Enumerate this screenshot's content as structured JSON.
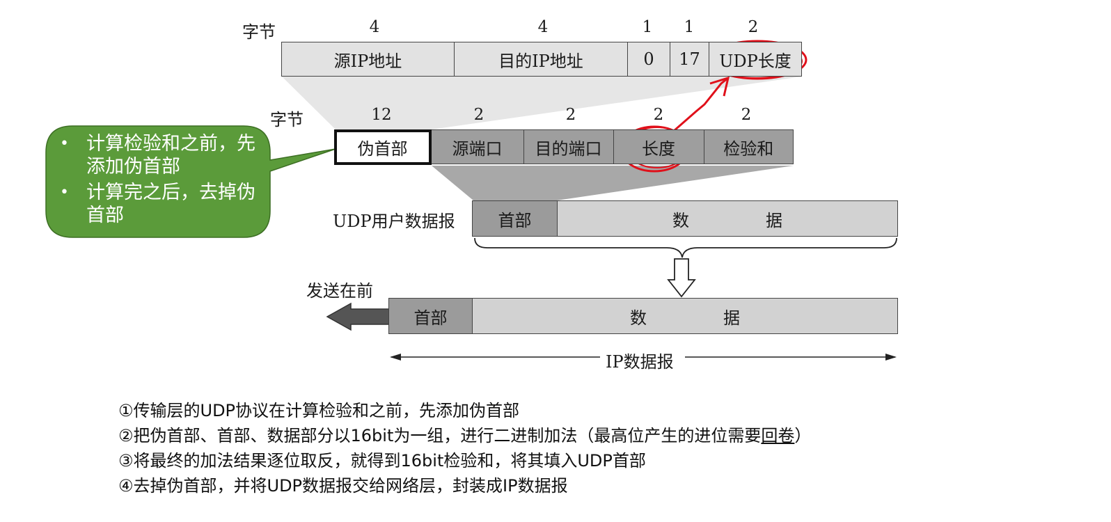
{
  "ip_pseudo_header": {
    "bytes_label": "字节",
    "byte_sizes": [
      "4",
      "4",
      "1",
      "1",
      "2"
    ],
    "fields": [
      "源IP地址",
      "目的IP地址",
      "0",
      "17",
      "UDP长度"
    ]
  },
  "udp_header": {
    "bytes_label": "字节",
    "byte_sizes": [
      "12",
      "2",
      "2",
      "2",
      "2"
    ],
    "fields": [
      "伪首部",
      "源端口",
      "目的端口",
      "长度",
      "检验和"
    ]
  },
  "callout": {
    "items": [
      "计算检验和之前，先添加伪首部",
      "计算完之后，去掉伪首部"
    ]
  },
  "udp_datagram": {
    "label": "UDP用户数据报",
    "header": "首部",
    "data_chars": [
      "数",
      "据"
    ]
  },
  "ip_datagram": {
    "send_first_label": "发送在前",
    "header": "首部",
    "data_chars": [
      "数",
      "据"
    ],
    "span_label": "IP数据报"
  },
  "notes": {
    "line1": "①传输层的UDP协议在计算检验和之前，先添加伪首部",
    "line2_pre": "②把伪首部、首部、数据部分以16bit为一组，进行二进制加法（最高位产生的进位需要",
    "line2_underlined": "回卷",
    "line2_post": "）",
    "line3": "③将最终的加法结果逐位取反，就得到16bit检验和，将其填入UDP首部",
    "line4": "④去掉伪首部，并将UDP数据报交给网络层，封装成IP数据报"
  },
  "colors": {
    "callout_fill": "#5b9b3a",
    "annotation_red": "#e0101a"
  }
}
